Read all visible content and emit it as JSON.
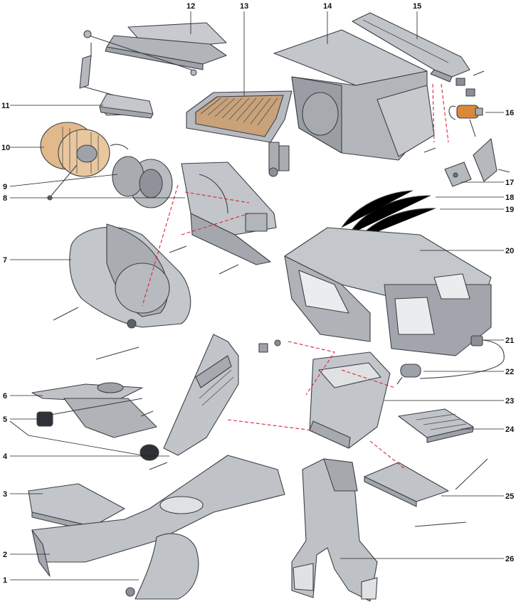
{
  "colors": {
    "background": "#ffffff",
    "part_light": "#d3d5d8",
    "part_mid": "#b4b7bc",
    "part_dark": "#8c9096",
    "outline": "#3c4046",
    "leader": "#222222",
    "dashed_path": "#d8283a",
    "heater_core": "#c9a27a",
    "motor_copper": "#d88a3a"
  },
  "callouts": [
    {
      "number": "1"
    },
    {
      "number": "2"
    },
    {
      "number": "3"
    },
    {
      "number": "4"
    },
    {
      "number": "5"
    },
    {
      "number": "6"
    },
    {
      "number": "7"
    },
    {
      "number": "8"
    },
    {
      "number": "9"
    },
    {
      "number": "10"
    },
    {
      "number": "11"
    },
    {
      "number": "12"
    },
    {
      "number": "13"
    },
    {
      "number": "14"
    },
    {
      "number": "15"
    },
    {
      "number": "16"
    },
    {
      "number": "17"
    },
    {
      "number": "18"
    },
    {
      "number": "19"
    },
    {
      "number": "20"
    },
    {
      "number": "21"
    },
    {
      "number": "22"
    },
    {
      "number": "23"
    },
    {
      "number": "24"
    },
    {
      "number": "25"
    },
    {
      "number": "26"
    }
  ]
}
